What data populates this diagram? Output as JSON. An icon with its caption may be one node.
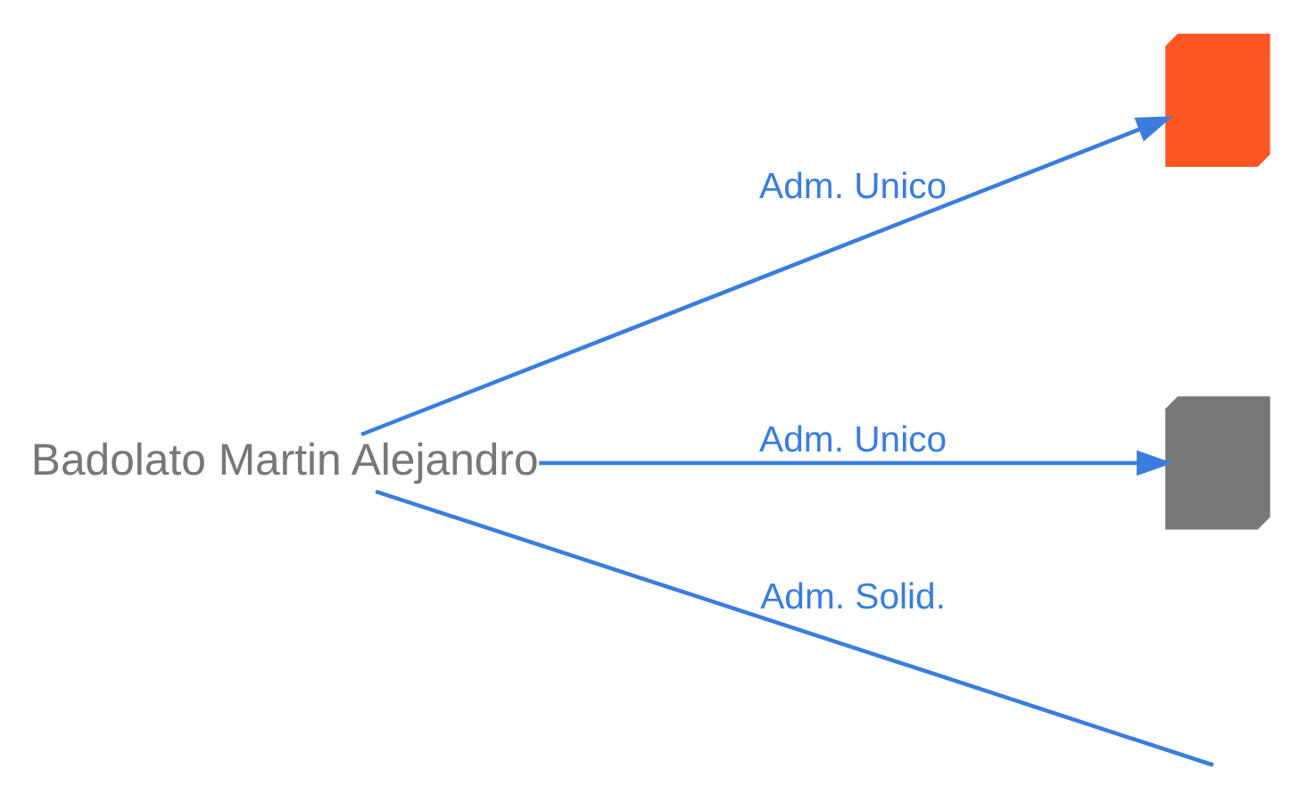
{
  "diagram": {
    "nodes": [
      {
        "text": [
          "Badolato Martin Alejandro"
        ]
      },
      {
        "text": [],
        "shape": "building"
      },
      {
        "text": [],
        "shape": "building"
      }
    ],
    "edges": [
      {
        "from": 0,
        "to": 1,
        "arrow": "to",
        "label": "Adm. Unico"
      },
      {
        "from": 0,
        "to": 2,
        "arrow": "to",
        "label": "Adm. Unico"
      },
      {
        "from": 0,
        "to": null,
        "arrow": "none",
        "label": "Adm. Solid."
      }
    ]
  }
}
